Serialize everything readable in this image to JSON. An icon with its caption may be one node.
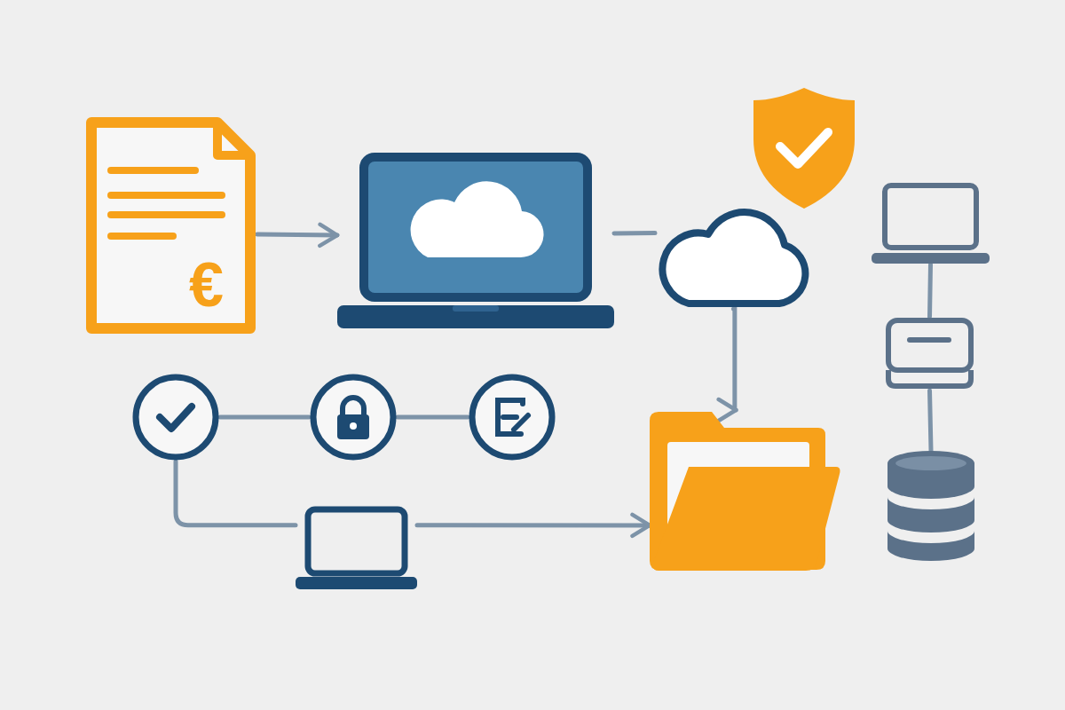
{
  "diagram": {
    "nodes": [
      {
        "text": [
          "€"
        ]
      },
      {
        "text": [],
        "shape": "laptop"
      },
      {
        "text": [],
        "shape": "cloud"
      },
      {
        "text": [],
        "shape": "laptop"
      },
      {
        "text": [],
        "shape": "box"
      },
      {
        "text": [],
        "shape": "cylinder"
      },
      {
        "text": [],
        "shape": "circle"
      },
      {
        "text": [],
        "shape": "circle"
      },
      {
        "text": [],
        "shape": "circle"
      },
      {
        "text": [],
        "shape": "laptop"
      },
      {
        "text": [],
        "shape": "folder"
      }
    ],
    "edges": [
      {
        "from": 0,
        "to": 1,
        "arrow": "to"
      },
      {
        "from": 1,
        "to": 2,
        "arrow": "none"
      },
      {
        "from": 2,
        "to": 10,
        "arrow": "to"
      },
      {
        "from": 3,
        "to": 4,
        "arrow": "none"
      },
      {
        "from": 4,
        "to": 5,
        "arrow": "none"
      },
      {
        "from": 6,
        "to": 7,
        "arrow": "none"
      },
      {
        "from": 7,
        "to": 8,
        "arrow": "none"
      },
      {
        "from": 6,
        "to": 9,
        "arrow": "none"
      },
      {
        "from": 9,
        "to": 10,
        "arrow": "to"
      }
    ]
  }
}
